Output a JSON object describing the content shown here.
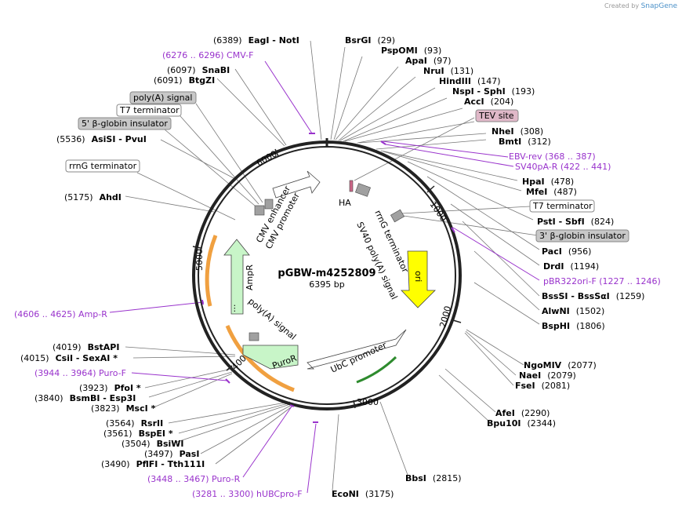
{
  "watermark": {
    "prefix": "Created by",
    "brand": "SnapGene"
  },
  "plasmid": {
    "name": "pGBW-m4252809",
    "length": "6395 bp"
  },
  "ticks": [
    "1000",
    "2000",
    "3000",
    "4000",
    "5000",
    "6000"
  ],
  "sites": {
    "right": [
      {
        "pos": "(29)",
        "name": "BsrGI"
      },
      {
        "pos": "(93)",
        "name": "PspOMI"
      },
      {
        "pos": "(97)",
        "name": "ApaI"
      },
      {
        "pos": "(131)",
        "name": "NruI"
      },
      {
        "pos": "(147)",
        "name": "HindIII"
      },
      {
        "pos": "(193)",
        "name": "NspI - SphI"
      },
      {
        "pos": "(204)",
        "name": "AccI"
      },
      {
        "pos": "(308)",
        "name": "NheI"
      },
      {
        "pos": "(312)",
        "name": "BmtI"
      },
      {
        "pos": "(478)",
        "name": "HpaI"
      },
      {
        "pos": "(487)",
        "name": "MfeI"
      },
      {
        "pos": "(824)",
        "name": "PstI - SbfI"
      },
      {
        "pos": "(956)",
        "name": "PacI"
      },
      {
        "pos": "(1194)",
        "name": "DrdI"
      },
      {
        "pos": "(1259)",
        "name": "BssSI - BssSαI"
      },
      {
        "pos": "(1502)",
        "name": "AlwNI"
      },
      {
        "pos": "(1806)",
        "name": "BspHI"
      },
      {
        "pos": "(2077)",
        "name": "NgoMIV"
      },
      {
        "pos": "(2079)",
        "name": "NaeI"
      },
      {
        "pos": "(2081)",
        "name": "FseI"
      },
      {
        "pos": "(2290)",
        "name": "AfeI"
      },
      {
        "pos": "(2344)",
        "name": "Bpu10I"
      },
      {
        "pos": "(2815)",
        "name": "BbsI"
      },
      {
        "pos": "(3175)",
        "name": "EcoNI"
      }
    ],
    "left": [
      {
        "pos": "(6389)",
        "name": "EagI - NotI"
      },
      {
        "pos": "(6097)",
        "name": "SnaBI"
      },
      {
        "pos": "(6091)",
        "name": "BtgZI"
      },
      {
        "pos": "(5536)",
        "name": "AsiSI - PvuI"
      },
      {
        "pos": "(5175)",
        "name": "AhdI"
      },
      {
        "pos": "(4019)",
        "name": "BstAPI"
      },
      {
        "pos": "(4015)",
        "name": "CsiI - SexAI *"
      },
      {
        "pos": "(3923)",
        "name": "PfoI *"
      },
      {
        "pos": "(3840)",
        "name": "BsmBI - Esp3I"
      },
      {
        "pos": "(3823)",
        "name": "MscI *"
      },
      {
        "pos": "(3564)",
        "name": "RsrII"
      },
      {
        "pos": "(3561)",
        "name": "BspEI *"
      },
      {
        "pos": "(3504)",
        "name": "BsiWI"
      },
      {
        "pos": "(3497)",
        "name": "PasI"
      },
      {
        "pos": "(3490)",
        "name": "PflFI - Tth111I"
      }
    ]
  },
  "primers": [
    {
      "label": "(6276 .. 6296)  CMV-F"
    },
    {
      "label": "EBV-rev    (368 .. 387)"
    },
    {
      "label": "SV40pA-R    (422 .. 441)"
    },
    {
      "label": "pBR322ori-F    (1227 .. 1246)"
    },
    {
      "label": "(4606 .. 4625)  Amp-R"
    },
    {
      "label": "(3944 .. 3964)  Puro-F"
    },
    {
      "label": "(3448 .. 3467)  Puro-R"
    },
    {
      "label": "(3281 .. 3300)  hUBCpro-F"
    }
  ],
  "feature_boxes": [
    {
      "label": "poly(A) signal",
      "color": "#c8c8c8"
    },
    {
      "label": "T7 terminator",
      "color": "#ffffff"
    },
    {
      "label": "5' β-globin insulator",
      "color": "#c8c8c8"
    },
    {
      "label": "rrnG terminator",
      "color": "#ffffff"
    },
    {
      "label": "TEV site",
      "color": "#e0b8c8"
    },
    {
      "label": "T7 terminator",
      "color": "#ffffff"
    },
    {
      "label": "3' β-globin insulator",
      "color": "#c8c8c8"
    }
  ],
  "features_inside": {
    "ori": "ori",
    "rrnG": "rrnG terminator",
    "sv40": "SV40 poly(A) signal",
    "ha": "HA",
    "ubc": "UbC promoter",
    "puror": "PuroR",
    "polya": "poly(A) signal",
    "ampr": "AmpR",
    "cmv_enh": "CMV enhancer",
    "cmv_pro": "CMV promoter",
    "ampr_promoter": "..."
  },
  "colors": {
    "backbone": "#222222",
    "primer": "#9933cc",
    "ori": "#ffff00",
    "orange": "#f5b041",
    "green": "#c8f5c8",
    "gray": "#a0a0a0"
  }
}
